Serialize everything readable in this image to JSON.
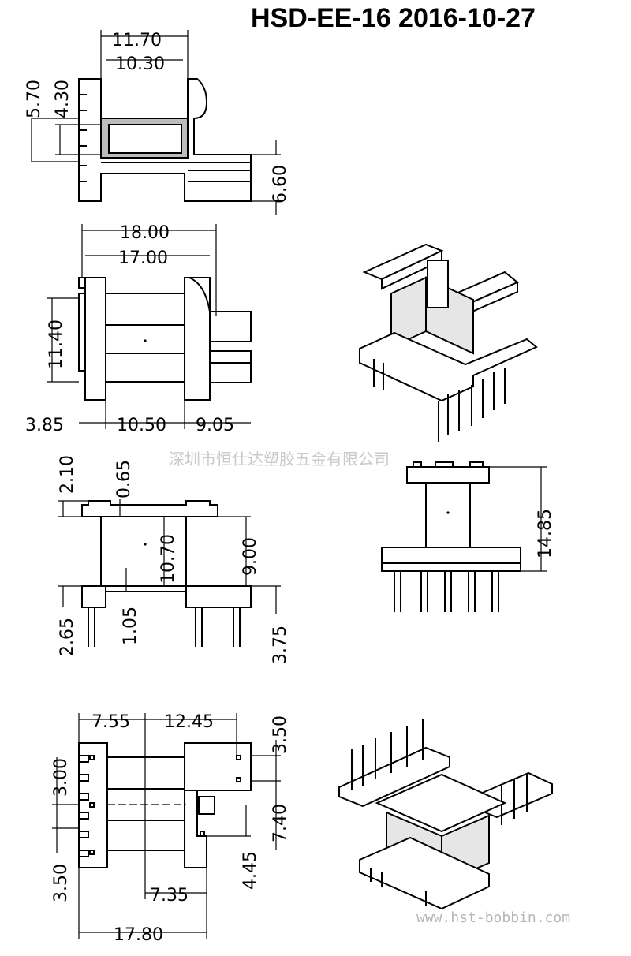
{
  "title": "HSD-EE-16  2016-10-27",
  "watermark_company": "深圳市恒仕达塑胶五金有限公司",
  "watermark_url": "www.hst-bobbin.com",
  "dimensions": {
    "top_view": {
      "w_outer": "11.70",
      "w_inner": "10.30",
      "h_total": "5.70",
      "h_inner": "4.30",
      "h_base": "6.60"
    },
    "front_view": {
      "w_total": "18.00",
      "w_flange": "17.00",
      "h_core": "11.40",
      "seg_left": "3.85",
      "seg_mid": "10.50",
      "seg_right": "9.05"
    },
    "side_view": {
      "h_top": "2.10",
      "t_flange": "0.65",
      "h_window": "10.70",
      "h_inner": "9.00",
      "h_pin_left": "2.65",
      "t_base": "1.05",
      "h_pin_right": "3.75",
      "h_total": "14.85"
    },
    "bottom_view": {
      "w_left": "7.55",
      "w_right": "12.45",
      "h_right_top": "3.50",
      "h_left_mid": "3.00",
      "h_right_mid": "7.40",
      "h_left_bot": "3.50",
      "h_right_bot": "4.45",
      "w_center": "7.35",
      "w_total": "17.80"
    }
  }
}
